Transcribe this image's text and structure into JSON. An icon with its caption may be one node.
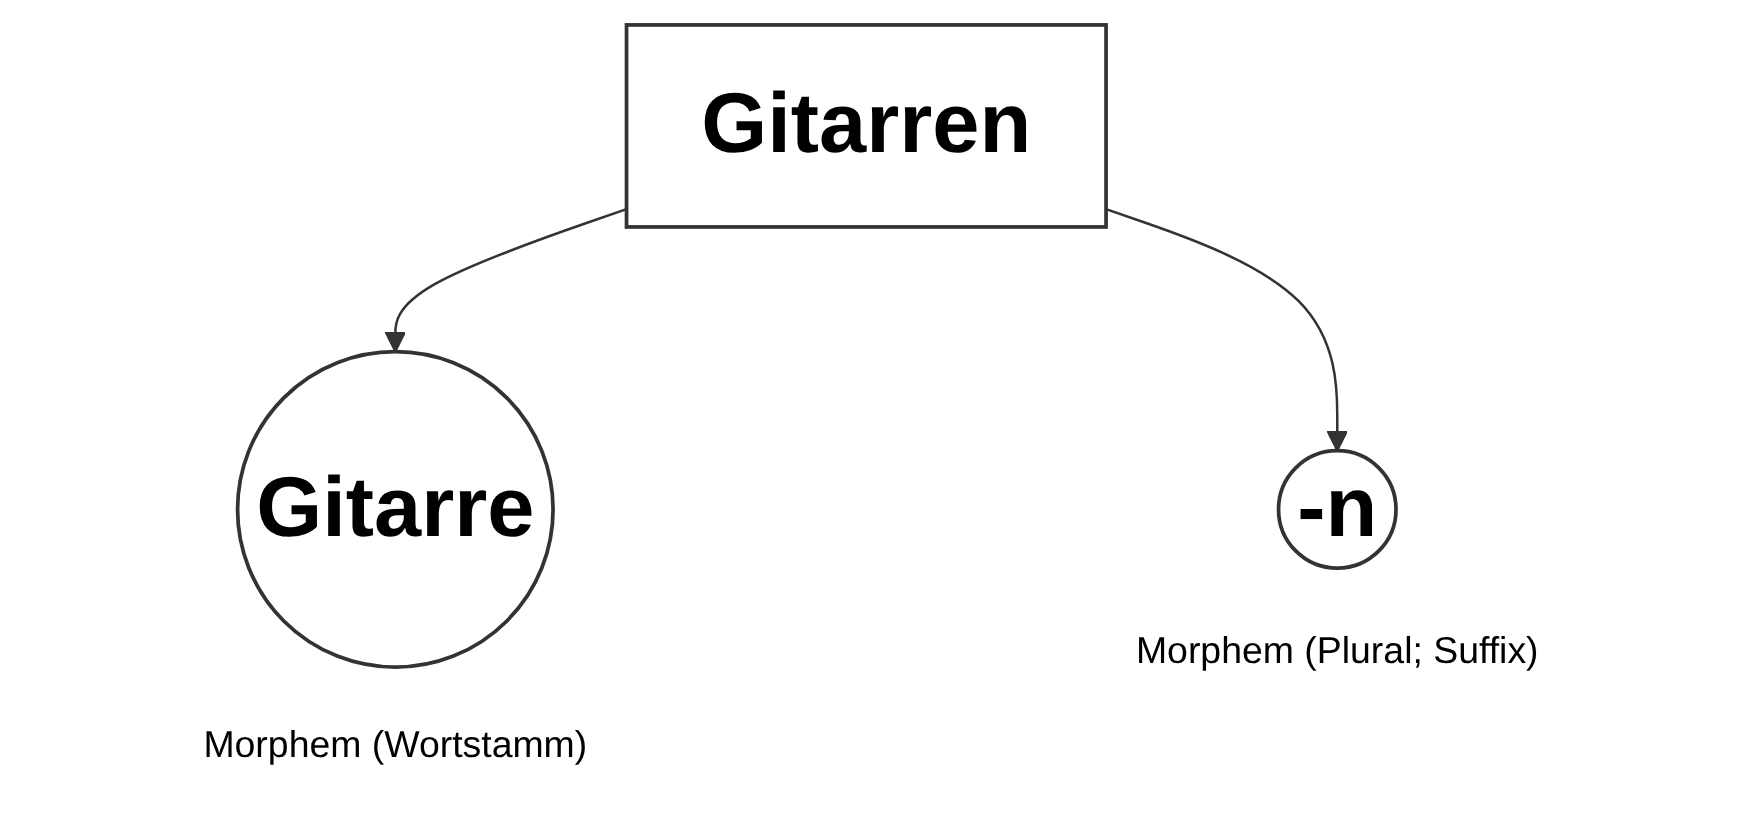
{
  "diagram": {
    "nodes": [
      {
        "text": [
          "Gitarren"
        ]
      },
      {
        "text": [
          "Gitarre"
        ],
        "beside": [
          "Morphem (Wortstamm)"
        ]
      },
      {
        "text": [
          "-n"
        ],
        "beside": [
          "Morphem (Plural; Suffix)"
        ]
      }
    ],
    "edges": [
      {
        "from": 0,
        "to": 1,
        "arrow": "to"
      },
      {
        "from": 0,
        "to": 2,
        "arrow": "to"
      }
    ]
  }
}
